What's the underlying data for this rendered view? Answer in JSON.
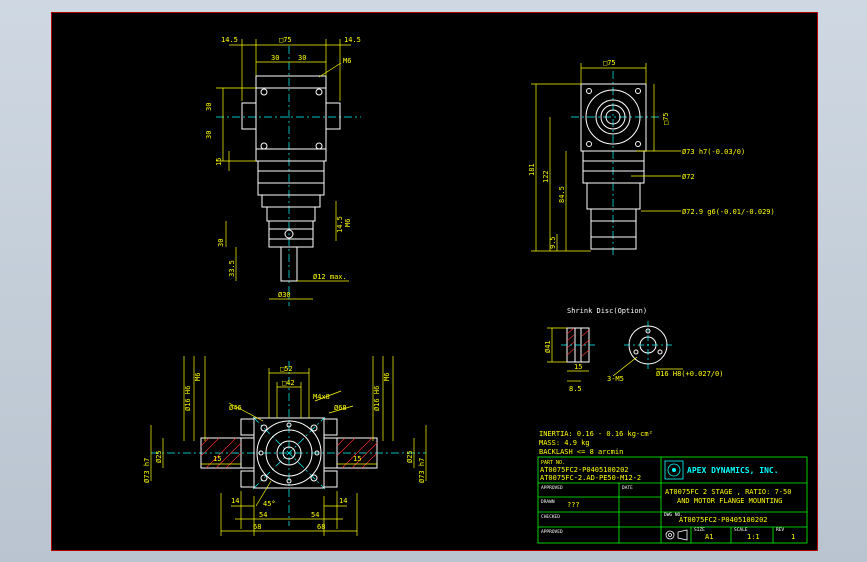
{
  "colors": {
    "background": "#000000",
    "sheet_border": "#b00000",
    "geometry": "#ffffff",
    "dimensions": "#ffff00",
    "centerlines": "#00ffff",
    "title_lines": "#00ff00",
    "hatching": "#ff3030"
  },
  "top_view": {
    "dims": {
      "left_flange": "14.5",
      "square": "□75",
      "right_flange": "14.5",
      "half_left": "30",
      "half_right": "30",
      "holes": "M6",
      "vert_upper": "30",
      "vert_lower": "30",
      "left_offset": "15",
      "stub_height": "14.5",
      "stub_m6": "M6",
      "shaft_len1": "30",
      "shaft_len2": "33.5",
      "shaft_dia": "Ø30",
      "key_note": "Ø12 max."
    }
  },
  "side_view": {
    "dims": {
      "square": "□75",
      "height_total": "181",
      "height_mid": "122",
      "height_low": "84.5",
      "height_pilot": "9.5",
      "side_square": "□75",
      "d73": "Ø73 h7(-0.03/0)",
      "d72": "Ø72",
      "d729": "Ø72.9 g6(-0.01/-0.029)"
    }
  },
  "shrink_disc": {
    "title": "Shrink Disc(Option)",
    "dims": {
      "d41": "Ø41",
      "w15": "15",
      "w85": "8.5",
      "holes": "3-M5",
      "bore": "Ø16 H8(+0.027/0)"
    }
  },
  "front_view": {
    "dims": {
      "left_d16": "Ø16 H6",
      "left_m6": "M6",
      "right_d16": "Ø16 H6",
      "right_m6": "M6",
      "sq52": "□52",
      "sq42": "□42",
      "m4": "M4x8",
      "d46": "Ø46",
      "d68": "Ø68",
      "left_d73": "Ø73 h7",
      "left_d25": "Ø25",
      "left_15": "15",
      "right_d73": "Ø73 h7",
      "right_d25": "Ø25",
      "right_15": "15",
      "angle": "45°",
      "w14l": "14",
      "w14r": "14",
      "w54l": "54",
      "w54r": "54",
      "w68l": "68",
      "w68r": "68"
    }
  },
  "notes": {
    "inertia": "INERTIA: 0.16 - 0.16  kg-cm²",
    "mass": "MASS: 4.9  kg",
    "backlash": "BACKLASH <= 8 arcmin"
  },
  "title_block": {
    "part_no_label": "PART NO.",
    "part_no_1": "AT0075FC2-P0405100202",
    "part_no_2": "AT0075FC-2.AD-PE50-M12-2",
    "approved_label": "APPROVED",
    "date_label": "DATE",
    "drawn_label": "DRAWN",
    "drawn_value": "???",
    "checked_label": "CHECKED",
    "approved2_label": "APPROVED",
    "company": "APEX DYNAMICS, INC.",
    "description_1": "AT0075FC 2 STAGE , RATIO: 7-50",
    "description_2": "AND MOTOR FLANGE MOUNTING",
    "dwg_no_label": "DWG NO.",
    "dwg_no": "AT0075FC2-P0405100202",
    "size_label": "SIZE",
    "size": "A1",
    "scale_label": "SCALE",
    "scale": "1:1",
    "rev_label": "REV",
    "rev": "1"
  }
}
